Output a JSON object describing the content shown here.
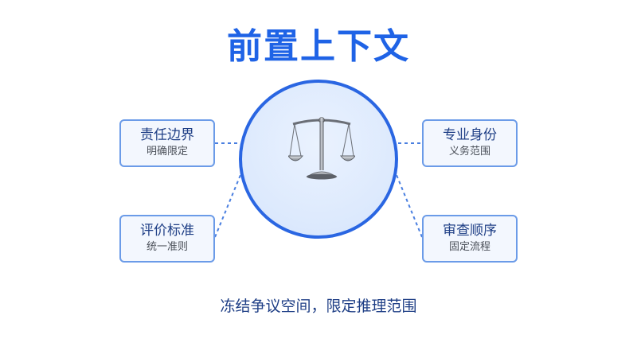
{
  "title": "前置上下文",
  "center": {
    "icon": "balance-scale-icon"
  },
  "boxes": [
    {
      "title": "责任边界",
      "subtitle": "明确限定"
    },
    {
      "title": "评价标准",
      "subtitle": "统一准则"
    },
    {
      "title": "专业身份",
      "subtitle": "义务范围"
    },
    {
      "title": "审查顺序",
      "subtitle": "固定流程"
    }
  ],
  "caption": "冻结争议空间，限定推理范围",
  "colors": {
    "title": "#1f63e6",
    "circle_border": "#2a66e2",
    "circle_fill": "#dce9fd",
    "box_border": "#6b9be8",
    "box_fill": "#f3f7fe",
    "connector": "#4a7fe0",
    "text_dark_blue": "#1f3f86",
    "text_gray": "#4a4f58"
  }
}
